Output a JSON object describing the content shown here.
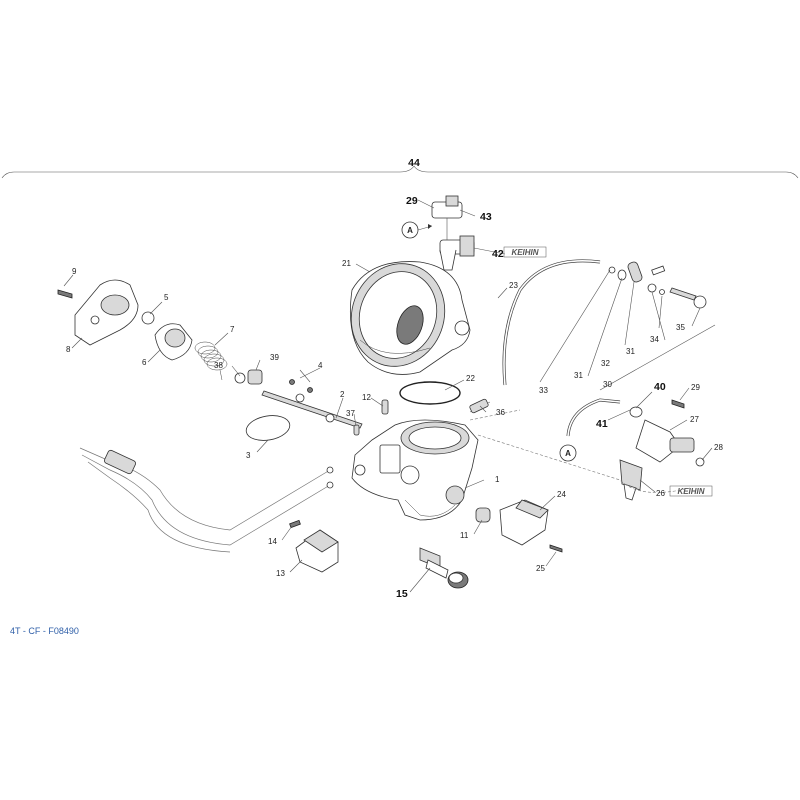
{
  "diagram_code": "4T - CF - F08490",
  "assembly_label": "44",
  "detail_marker": "A",
  "brand_logo": "KEIHIN",
  "callouts": [
    {
      "id": "p1",
      "text": "1",
      "bold": false
    },
    {
      "id": "p2",
      "text": "2",
      "bold": false
    },
    {
      "id": "p3",
      "text": "3",
      "bold": false
    },
    {
      "id": "p4",
      "text": "4",
      "bold": false
    },
    {
      "id": "p5",
      "text": "5",
      "bold": false
    },
    {
      "id": "p6",
      "text": "6",
      "bold": false
    },
    {
      "id": "p7",
      "text": "7",
      "bold": false
    },
    {
      "id": "p8",
      "text": "8",
      "bold": false
    },
    {
      "id": "p9",
      "text": "9",
      "bold": false
    },
    {
      "id": "p11",
      "text": "11",
      "bold": false
    },
    {
      "id": "p12",
      "text": "12",
      "bold": false
    },
    {
      "id": "p13",
      "text": "13",
      "bold": false
    },
    {
      "id": "p14",
      "text": "14",
      "bold": false
    },
    {
      "id": "p15",
      "text": "15",
      "bold": true
    },
    {
      "id": "p21",
      "text": "21",
      "bold": false
    },
    {
      "id": "p22",
      "text": "22",
      "bold": false
    },
    {
      "id": "p23",
      "text": "23",
      "bold": false
    },
    {
      "id": "p24",
      "text": "24",
      "bold": false
    },
    {
      "id": "p25",
      "text": "25",
      "bold": false
    },
    {
      "id": "p26",
      "text": "26",
      "bold": false
    },
    {
      "id": "p27",
      "text": "27",
      "bold": false
    },
    {
      "id": "p28",
      "text": "28",
      "bold": false
    },
    {
      "id": "p29a",
      "text": "29",
      "bold": true
    },
    {
      "id": "p29b",
      "text": "29",
      "bold": false
    },
    {
      "id": "p30",
      "text": "30",
      "bold": false
    },
    {
      "id": "p31a",
      "text": "31",
      "bold": false
    },
    {
      "id": "p31b",
      "text": "31",
      "bold": false
    },
    {
      "id": "p32",
      "text": "32",
      "bold": false
    },
    {
      "id": "p33",
      "text": "33",
      "bold": false
    },
    {
      "id": "p34",
      "text": "34",
      "bold": false
    },
    {
      "id": "p35",
      "text": "35",
      "bold": false
    },
    {
      "id": "p36",
      "text": "36",
      "bold": false
    },
    {
      "id": "p37",
      "text": "37",
      "bold": false
    },
    {
      "id": "p38",
      "text": "38",
      "bold": false
    },
    {
      "id": "p39",
      "text": "39",
      "bold": false
    },
    {
      "id": "p40",
      "text": "40",
      "bold": true
    },
    {
      "id": "p41",
      "text": "41",
      "bold": true
    },
    {
      "id": "p42",
      "text": "42",
      "bold": true
    },
    {
      "id": "p43",
      "text": "43",
      "bold": true
    }
  ]
}
